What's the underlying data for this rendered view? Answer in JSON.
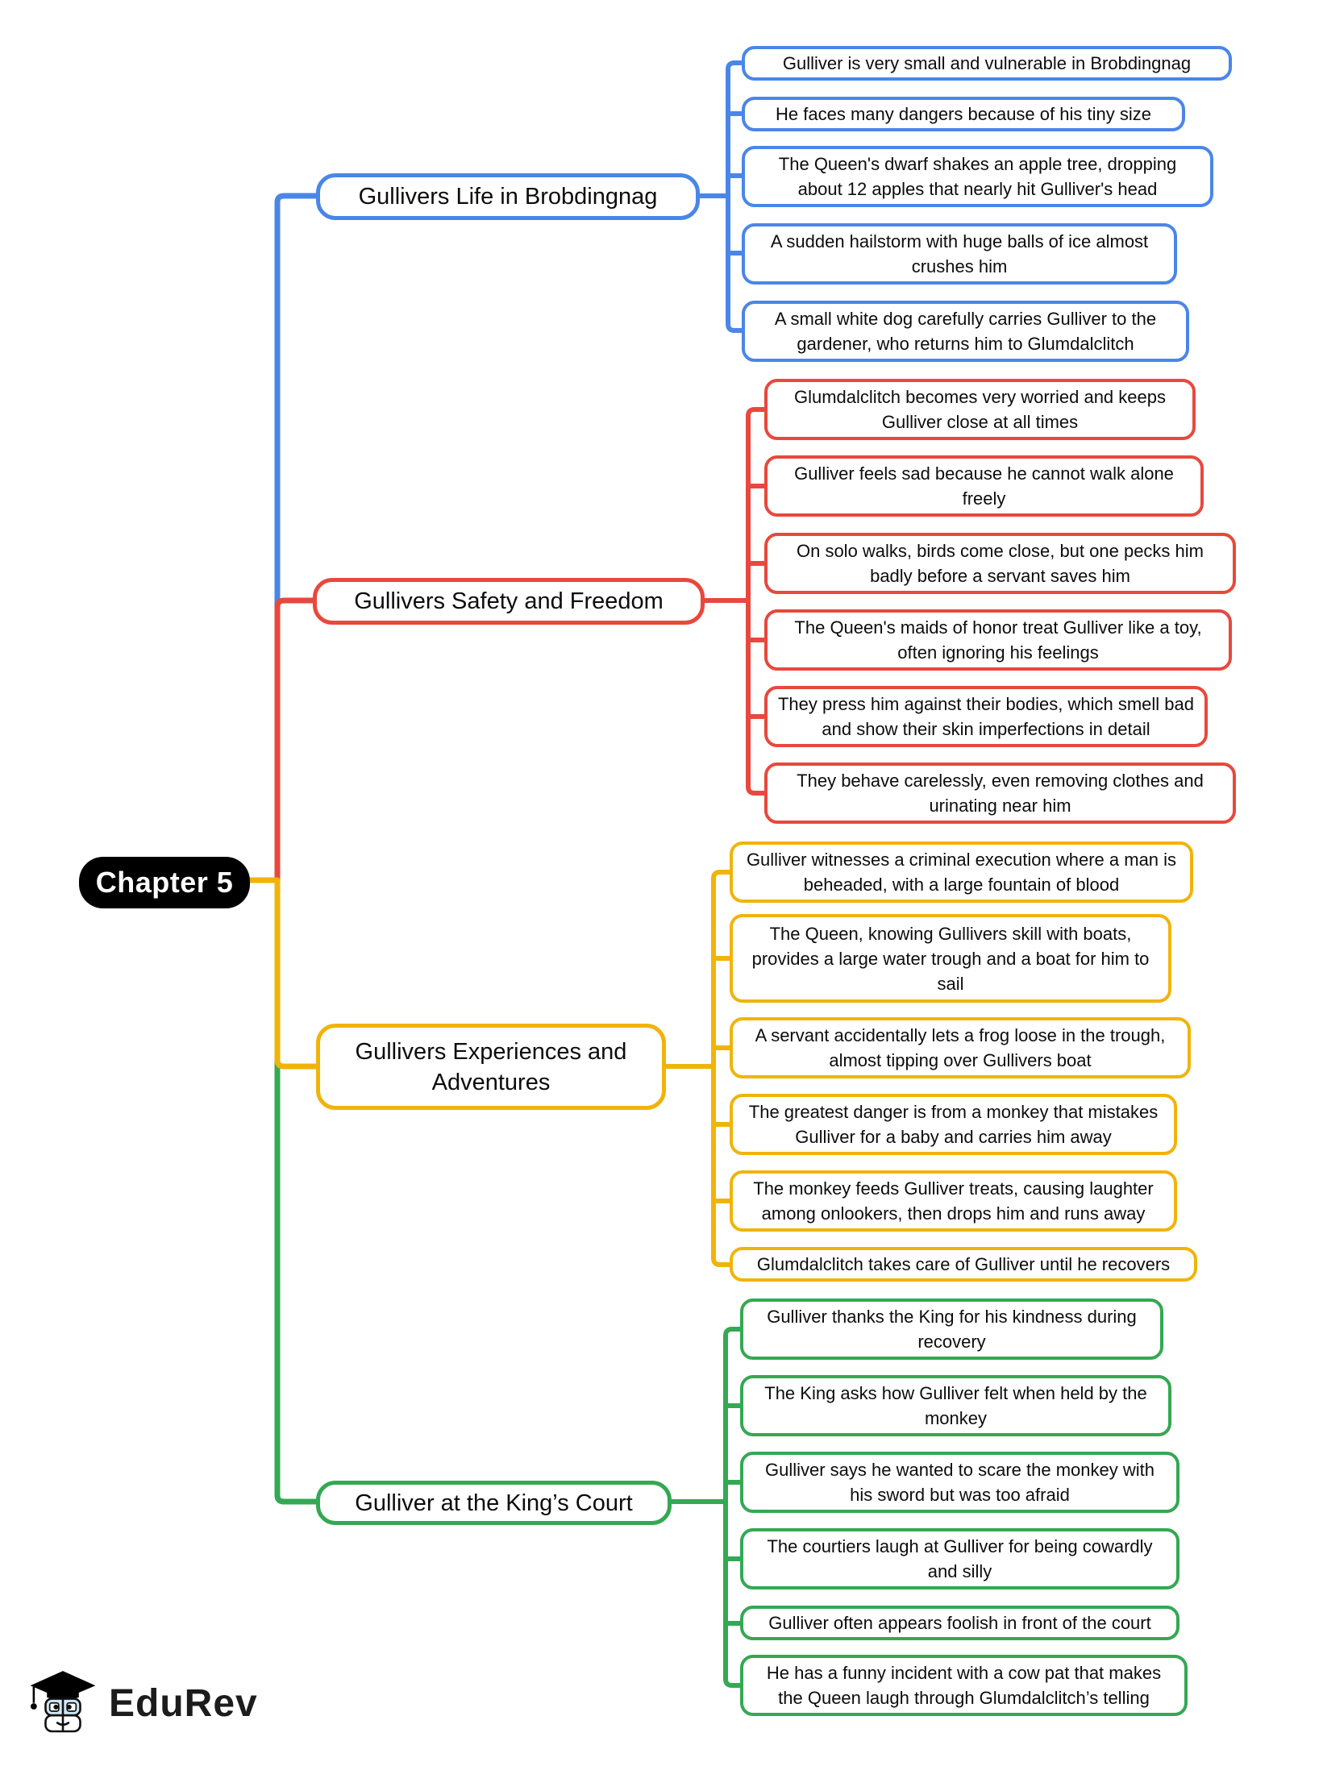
{
  "root": {
    "label": "Chapter 5",
    "bg_color": "#000000",
    "text_color": "#ffffff"
  },
  "branches": [
    {
      "title": "Gullivers Life in Brobdingnag",
      "color": "#4a86e8",
      "leaves": [
        "Gulliver is very small and vulnerable in Brobdingnag",
        "He faces many dangers because of his tiny size",
        "The Queen's dwarf shakes an apple tree, dropping about 12 apples that nearly hit Gulliver's head",
        "A sudden hailstorm with huge balls of ice almost crushes him",
        "A small white dog carefully carries Gulliver to the gardener, who returns him to Glumdalclitch"
      ]
    },
    {
      "title": "Gullivers Safety and Freedom",
      "color": "#e8483d",
      "leaves": [
        "Glumdalclitch becomes very worried and keeps Gulliver close at all times",
        "Gulliver feels sad because he cannot walk alone freely",
        "On solo walks, birds come close, but one pecks him badly before a servant saves him",
        "The Queen's maids of honor treat Gulliver like a toy, often ignoring his feelings",
        "They press him against their bodies, which smell bad and show their skin imperfections in detail",
        "They behave carelessly, even removing clothes and urinating near him"
      ]
    },
    {
      "title": "Gullivers Experiences and Adventures",
      "color": "#f0b409",
      "leaves": [
        "Gulliver witnesses a criminal execution where a man is beheaded, with a large fountain of blood",
        "The Queen, knowing Gullivers skill with boats, provides a large water trough and a boat for him to sail",
        "A servant accidentally lets a frog loose in the trough, almost tipping over Gullivers boat",
        "The greatest danger is from a monkey that mistakes Gulliver for a baby and carries him away",
        "The monkey feeds Gulliver treats, causing laughter among onlookers, then drops him and runs away",
        "Glumdalclitch takes care of Gulliver until he recovers"
      ]
    },
    {
      "title": "Gulliver at the King’s Court",
      "color": "#34a853",
      "leaves": [
        "Gulliver thanks the King for his kindness during recovery",
        "The King asks how Gulliver felt when held by the monkey",
        "Gulliver says he wanted to scare the monkey with his sword but was too afraid",
        "The courtiers laugh at Gulliver for being cowardly and silly",
        "Gulliver often appears foolish in front of the court",
        "He has a funny incident with a cow pat that makes the Queen laugh through Glumdalclitch’s telling"
      ]
    }
  ],
  "branding": {
    "logo_text": "EduRev",
    "icon": "graduation-cap-mascot"
  }
}
